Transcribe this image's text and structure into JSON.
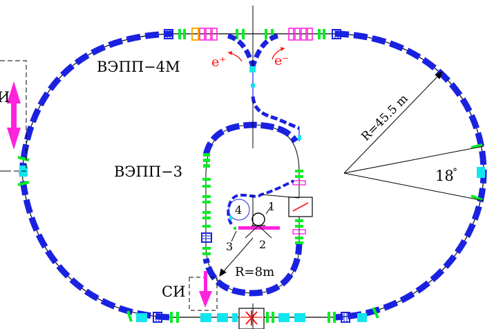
{
  "labels": {
    "vepp4m": "ВЭПП−4М",
    "vepp3": "ВЭПП−3",
    "si": "СИ",
    "left_cut": "И",
    "positron": "e⁺",
    "electron": "e⁻",
    "radius_big": "R=45.5  m",
    "radius_small": "R=8m",
    "angle": "18",
    "angle_unit": "°",
    "n1": "1",
    "n2": "2",
    "n3": "3",
    "n4": "4"
  },
  "colors": {
    "dipole": "#1a22e0",
    "quad": "#00ee22",
    "cyan": "#11e5ee",
    "magenta": "#ff22dd",
    "orange": "#ffaa00",
    "red": "#ff1111",
    "black": "#000000",
    "background": "#ffffff"
  },
  "icons": {
    "injection_arrow": "magenta-double-arrow",
    "sr_arrow": "magenta-down-arrow",
    "kicker": "red-cross-box",
    "septum": "red-slash-box"
  }
}
